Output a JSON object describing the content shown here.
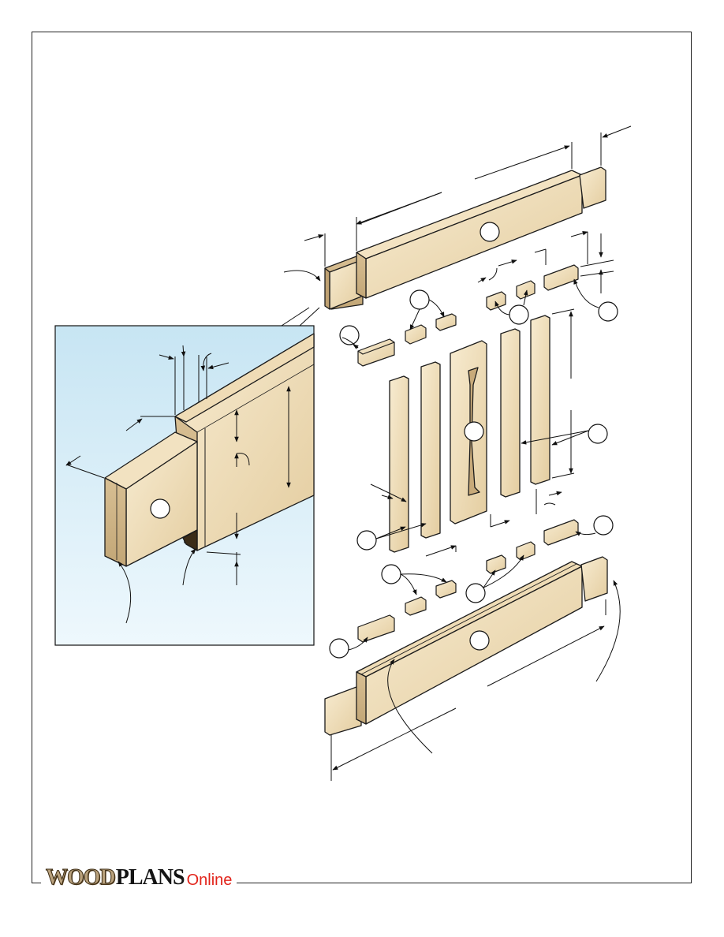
{
  "brand": {
    "logo_word_1": "WOOD",
    "logo_word_2": "PLANS",
    "logo_word_3": "Online",
    "colors": {
      "wood_text": "#b9a17c",
      "plans_text": "#141414",
      "online_text": "#e2231a"
    }
  },
  "palette": {
    "wood_light": "#f3e4c4",
    "wood_mid": "#e6d0a5",
    "wood_dark": "#c7ab7e",
    "inset_bg_top": "#c9e6f4",
    "inset_bg_bottom": "#eef8fd",
    "outline": "#1b1b1b"
  }
}
